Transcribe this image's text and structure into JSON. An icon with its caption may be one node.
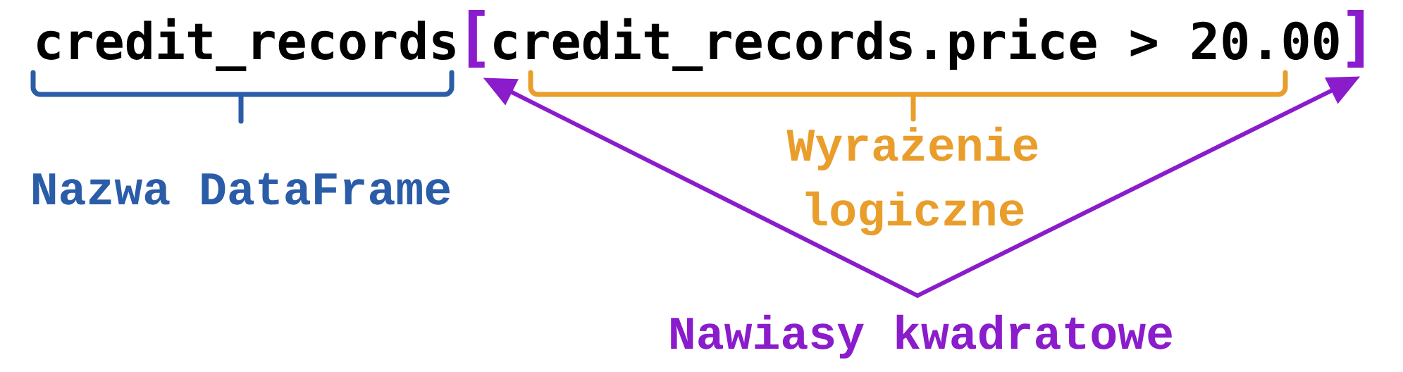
{
  "diagram": {
    "nodes": [
      {
        "text": [
          "["
        ]
      },
      {
        "text": [
          "]"
        ]
      },
      {
        "text": [
          "Nawiasy kwadratowe"
        ]
      }
    ],
    "edges": [
      {
        "from": 2,
        "to": 0,
        "arrow": "to"
      },
      {
        "from": 2,
        "to": 1,
        "arrow": "to"
      }
    ],
    "labels": [
      "credit_records",
      "credit_records.price > 20.00",
      "Nazwa DataFrame",
      "Wyrażenie logiczne"
    ]
  }
}
